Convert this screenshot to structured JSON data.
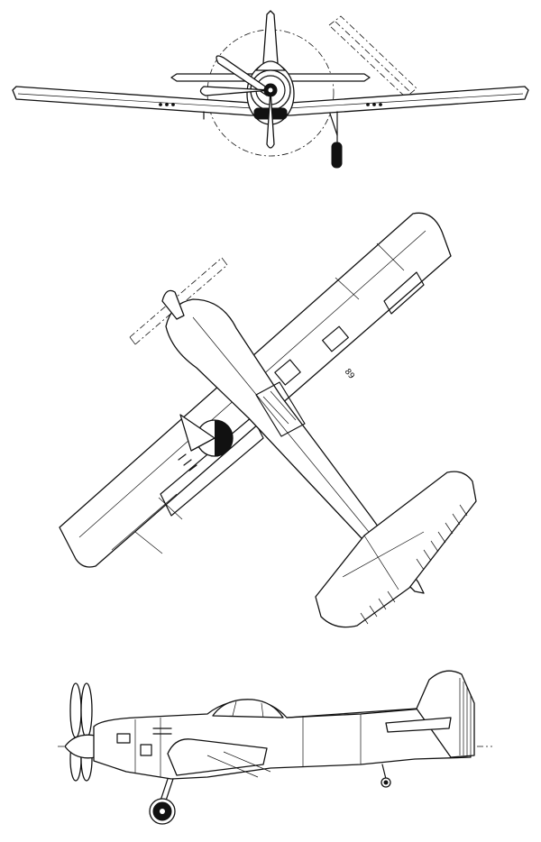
{
  "drawing": {
    "views": [
      "front-view",
      "top-view",
      "side-view"
    ],
    "markings": {
      "wing_code": "89"
    },
    "colors": {
      "ink": "#111111",
      "paper": "#ffffff"
    }
  }
}
